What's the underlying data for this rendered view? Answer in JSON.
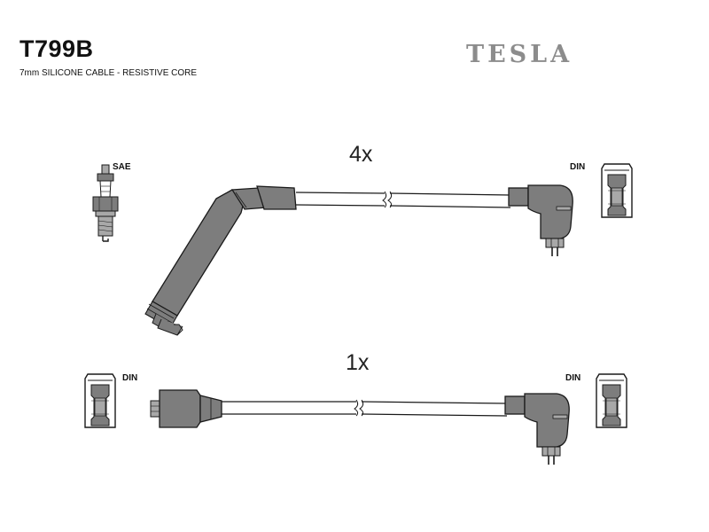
{
  "header": {
    "part_number": "T799B",
    "description": "7mm SILICONE CABLE - RESISTIVE CORE",
    "brand_logo_text": "TESLA"
  },
  "cables": [
    {
      "quantity_label": "4x",
      "end_a_label": "SAE",
      "end_b_label": "DIN"
    },
    {
      "quantity_label": "1x",
      "end_a_label": "DIN",
      "end_b_label": "DIN"
    }
  ],
  "colors": {
    "line": "#1a1a1a",
    "fill_dark": "#7d7d7d",
    "fill_light": "#a8a8a8",
    "brand": "#8c8c8c"
  }
}
